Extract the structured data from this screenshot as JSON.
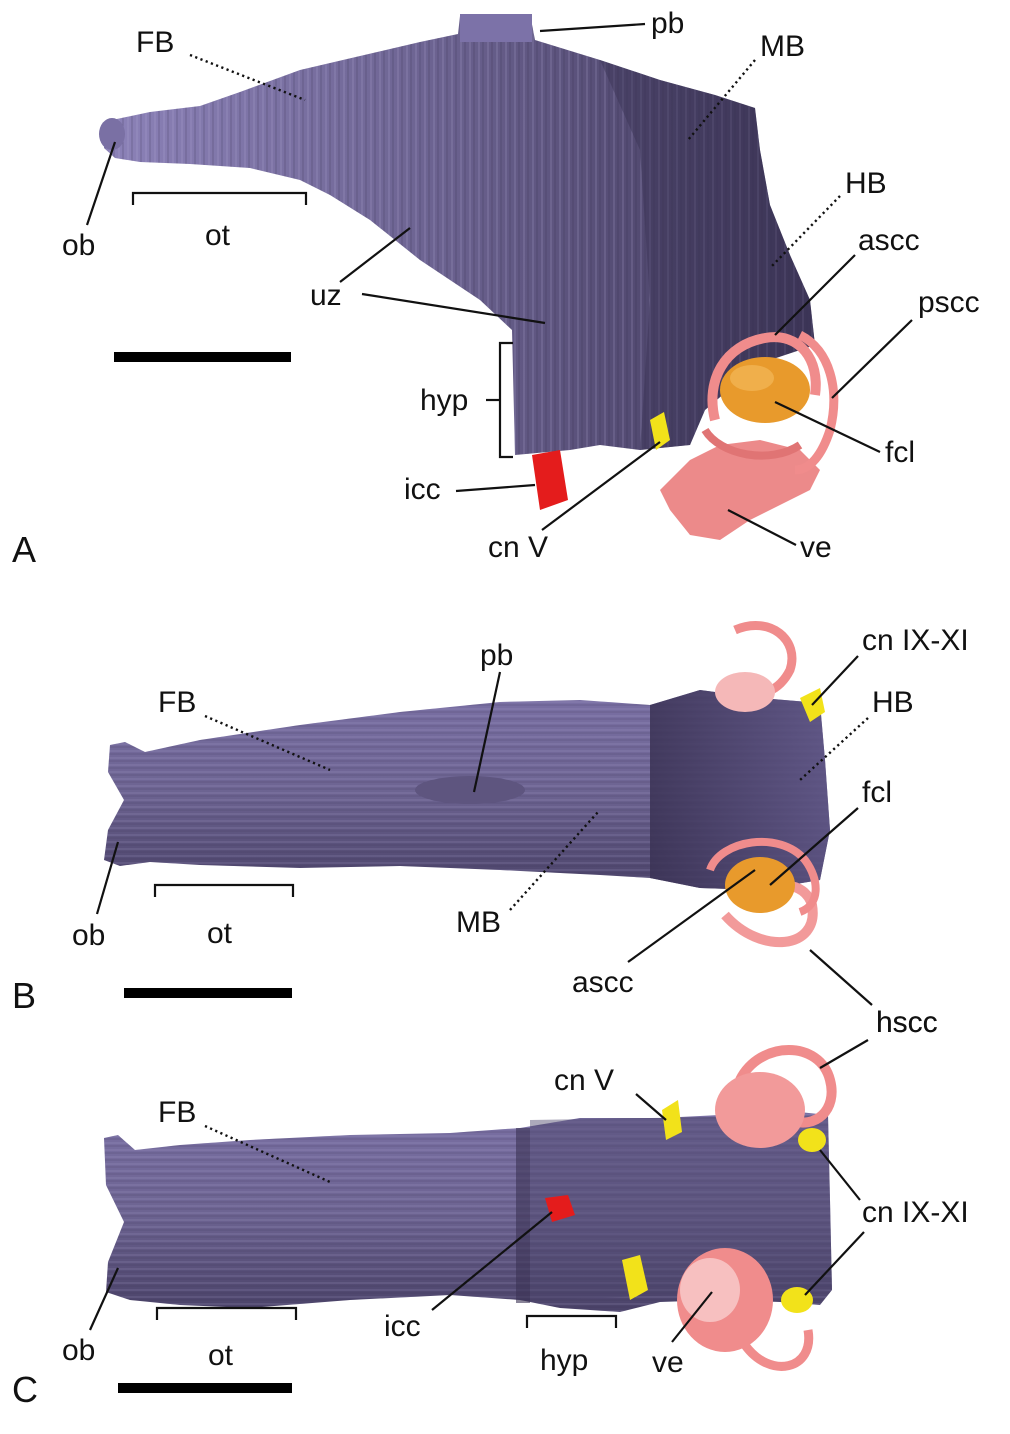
{
  "colors": {
    "brain": "#6d6492",
    "brain_dark": "#3e3658",
    "brain_light": "#9c93c4",
    "inner_ear": "#f08c8c",
    "inner_ear_dark": "#c85c5c",
    "floccular_lobe": "#e89a2c",
    "cranial_nerve": "#f2e21a",
    "carotid": "#e41c1c"
  },
  "panels": [
    {
      "letter": "A",
      "labels": {
        "pb": "pb",
        "FB": "FB",
        "MB": "MB",
        "HB": "HB",
        "ascc": "ascc",
        "pscc": "pscc",
        "ob": "ob",
        "ot": "ot",
        "uz": "uz",
        "hyp": "hyp",
        "fcl": "fcl",
        "icc": "icc",
        "cnV": "cn V",
        "ve": "ve"
      }
    },
    {
      "letter": "B",
      "labels": {
        "pb": "pb",
        "cnIX": "cn IX-XI",
        "FB": "FB",
        "HB": "HB",
        "fcl": "fcl",
        "ob": "ob",
        "ot": "ot",
        "MB": "MB",
        "ascc": "ascc",
        "hscc": "hscc"
      }
    },
    {
      "letter": "C",
      "labels": {
        "hscc": "hscc",
        "cnV": "cn V",
        "FB": "FB",
        "cnIX": "cn IX-XI",
        "ob": "ob",
        "ot": "ot",
        "icc": "icc",
        "hyp": "hyp",
        "ve": "ve"
      }
    }
  ]
}
